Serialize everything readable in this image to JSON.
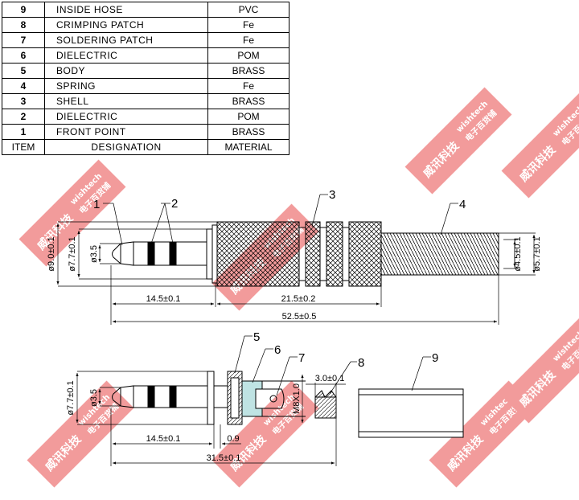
{
  "bom": {
    "rows": [
      {
        "item": "9",
        "designation": "INSIDE HOSE",
        "material": "PVC"
      },
      {
        "item": "8",
        "designation": "CRIMPING PATCH",
        "material": "Fe"
      },
      {
        "item": "7",
        "designation": "SOLDERING PATCH",
        "material": "Fe"
      },
      {
        "item": "6",
        "designation": "DIELECTRIC",
        "material": "POM"
      },
      {
        "item": "5",
        "designation": "BODY",
        "material": "BRASS"
      },
      {
        "item": "4",
        "designation": "SPRING",
        "material": "Fe"
      },
      {
        "item": "3",
        "designation": "SHELL",
        "material": "BRASS"
      },
      {
        "item": "2",
        "designation": "DIELECTRIC",
        "material": "POM"
      },
      {
        "item": "1",
        "designation": "FRONT POINT",
        "material": "BRASS"
      }
    ],
    "header": {
      "item": "ITEM",
      "designation": "DESIGNATION",
      "material": "MATERIAL"
    }
  },
  "top_view": {
    "callouts": [
      "1",
      "2",
      "3",
      "4"
    ],
    "dims": {
      "d_outer": "ø9.0±0.1",
      "d_body": "ø7.7±0.1",
      "d_tip": "ø3.5",
      "d_spring_in": "ø4.5±0.1",
      "d_spring_out": "ø5.7±0.1",
      "len_tip": "14.5±0.1",
      "len_shell": "21.5±0.2",
      "len_total": "52.5±0.5"
    }
  },
  "bottom_view": {
    "callouts": [
      "5",
      "6",
      "7",
      "8",
      "9"
    ],
    "dims": {
      "d_body": "ø7.7±0.1",
      "d_tip": "ø3.5",
      "thread": "M8X1.0",
      "crimp": "3.0±0.1",
      "len_tip": "14.5±0.1",
      "len_flange": "0.9",
      "len_total": "31.5±0.1"
    }
  },
  "watermark": {
    "cn": "威讯科技",
    "en": "wishtech",
    "cn2": "电子百货铺"
  },
  "colors": {
    "line": "#000000",
    "watermark": "#f08a8a",
    "dielectric": "#bfe3e3"
  }
}
